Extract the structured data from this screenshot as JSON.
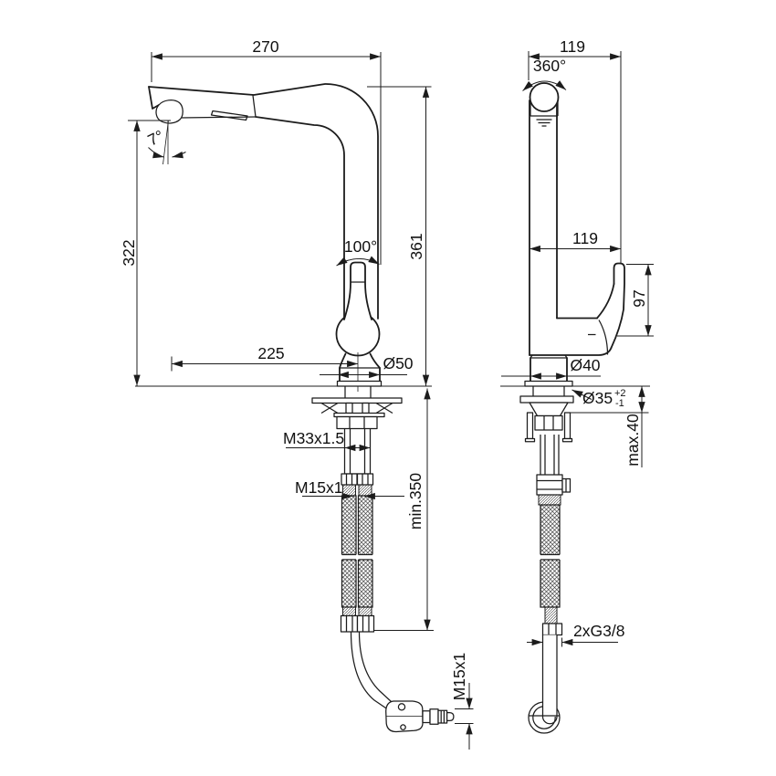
{
  "drawing": {
    "front_view": {
      "overall_width": "270",
      "spray_angle": "7°",
      "outlet_height": "322",
      "handle_angle": "100°",
      "overall_height": "361",
      "spout_reach": "225",
      "body_diameter": "Ø50",
      "mounting_thread": "M33x1.5",
      "hose_connection_thread": "M15x1",
      "min_hose_length": "min.350",
      "spray_hose_thread": "M15x1"
    },
    "side_view": {
      "top_depth": "119",
      "swivel_angle": "360°",
      "handle_depth": "119",
      "handle_height": "97",
      "base_diameter": "Ø40",
      "hole_diameter": "Ø35",
      "hole_tolerance_plus": "+2",
      "hole_tolerance_minus": "-1",
      "max_deck_thickness": "max.40",
      "supply_connection": "2xG3/8"
    }
  }
}
